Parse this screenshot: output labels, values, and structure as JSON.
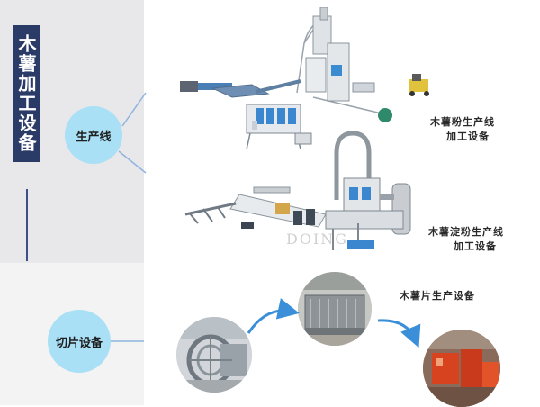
{
  "title": "木薯加工设备",
  "categories": {
    "production_line": "生产线",
    "slicing_equipment": "切片设备"
  },
  "labels": {
    "flour_line": [
      "木薯粉生产线",
      "加工设备"
    ],
    "starch_line": [
      "木薯淀粉生产线",
      "加工设备"
    ],
    "chips_line": "木薯片生产设备"
  },
  "watermark": "DOING",
  "colors": {
    "title_bg": "#2b3b68",
    "circle": "#a9e0f6",
    "connector": "#8fb4df",
    "arrow": "#3a8fd8"
  },
  "icons": [
    "flour-production-line-image",
    "starch-production-line-image",
    "rotary-washer-photo",
    "slicing-machine-photo",
    "chips-processing-photo"
  ]
}
